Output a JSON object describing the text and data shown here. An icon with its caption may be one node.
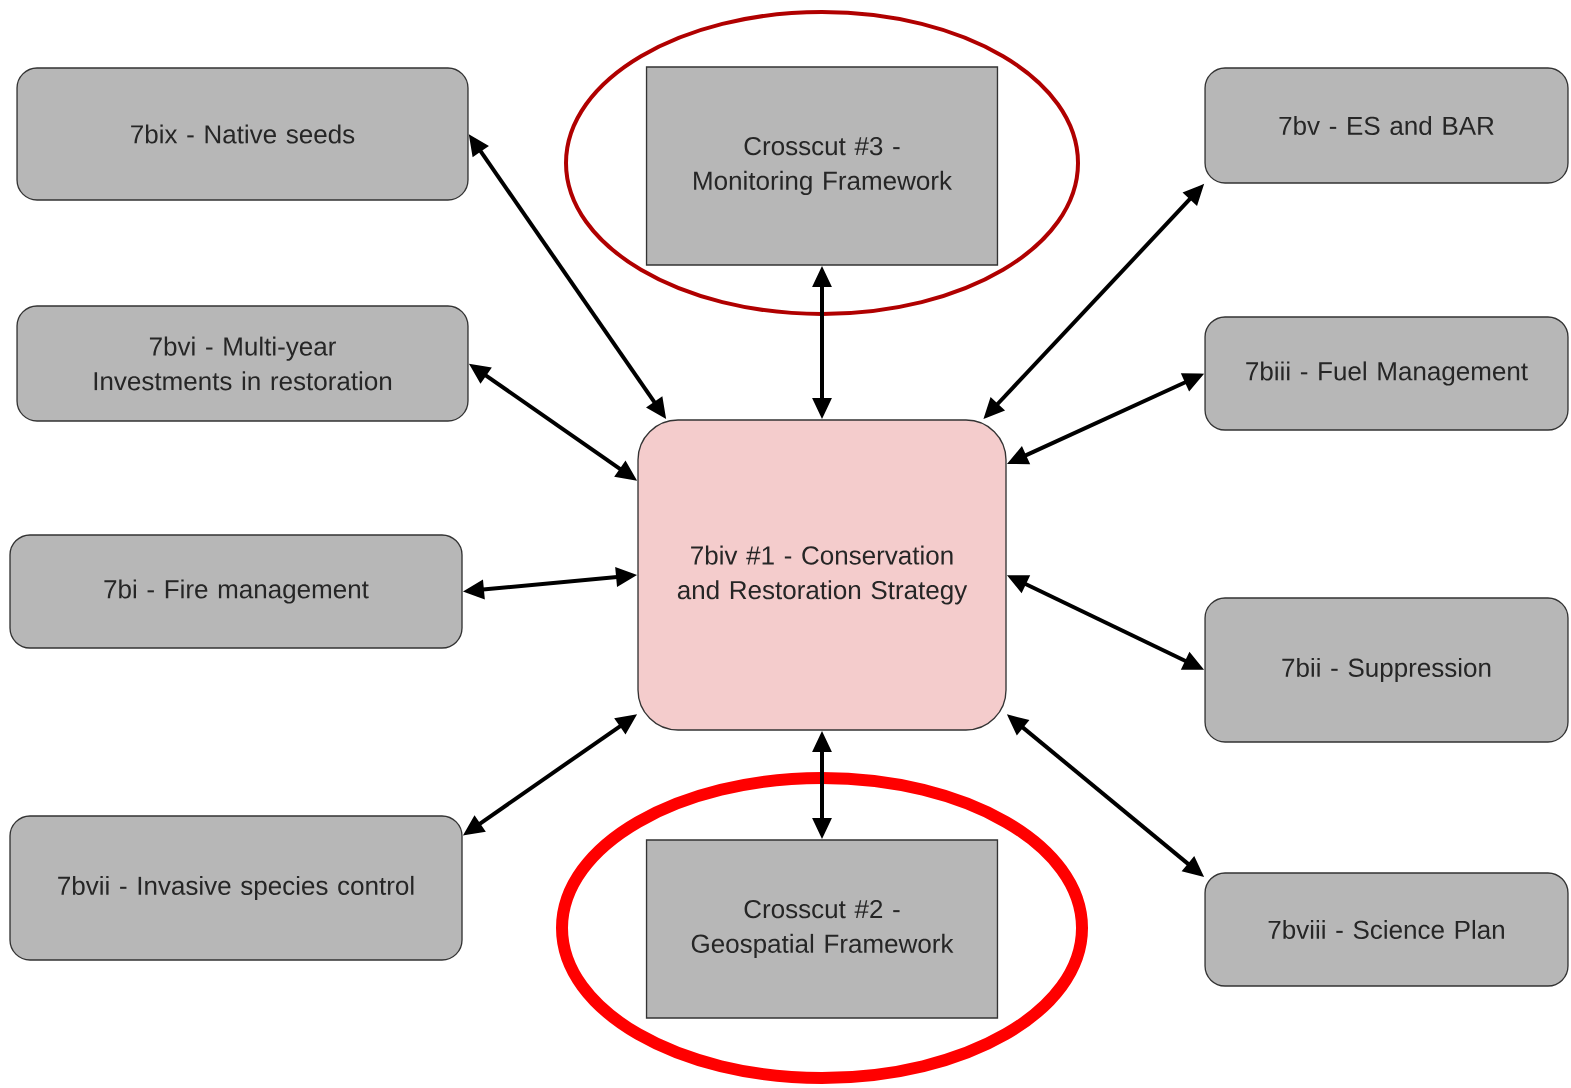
{
  "diagram": {
    "nodes": [
      {
        "text": [
          "7bix - Native seeds"
        ]
      },
      {
        "text": [],
        "shape": "circle"
      },
      {
        "text": [
          "Crosscut #3 - Monitoring Framework"
        ],
        "in": 1
      },
      {
        "text": [
          "7bv - ES and BAR"
        ]
      },
      {
        "text": [
          "7bvi - Multi-year Investments in restoration"
        ]
      },
      {
        "text": [
          "7biii - Fuel Management"
        ]
      },
      {
        "text": [
          "7biv #1 - Conservation and Restoration Strategy"
        ]
      },
      {
        "text": [
          "7bi - Fire management"
        ]
      },
      {
        "text": [
          "7bii - Suppression"
        ]
      },
      {
        "text": [
          "7bvii - Invasive species control"
        ]
      },
      {
        "text": [],
        "shape": "circle"
      },
      {
        "text": [
          "Crosscut #2 - Geospatial Framework"
        ],
        "in": 10
      },
      {
        "text": [
          "7bviii - Science Plan"
        ]
      }
    ],
    "edges": [
      {
        "from": 6,
        "to": 0,
        "arrow": "both"
      },
      {
        "from": 6,
        "to": 2,
        "arrow": "both"
      },
      {
        "from": 6,
        "to": 3,
        "arrow": "both"
      },
      {
        "from": 6,
        "to": 4,
        "arrow": "both"
      },
      {
        "from": 6,
        "to": 5,
        "arrow": "both"
      },
      {
        "from": 6,
        "to": 7,
        "arrow": "both"
      },
      {
        "from": 6,
        "to": 8,
        "arrow": "both"
      },
      {
        "from": 6,
        "to": 9,
        "arrow": "both"
      },
      {
        "from": 6,
        "to": 11,
        "arrow": "both"
      },
      {
        "from": 6,
        "to": 12,
        "arrow": "both"
      }
    ]
  }
}
